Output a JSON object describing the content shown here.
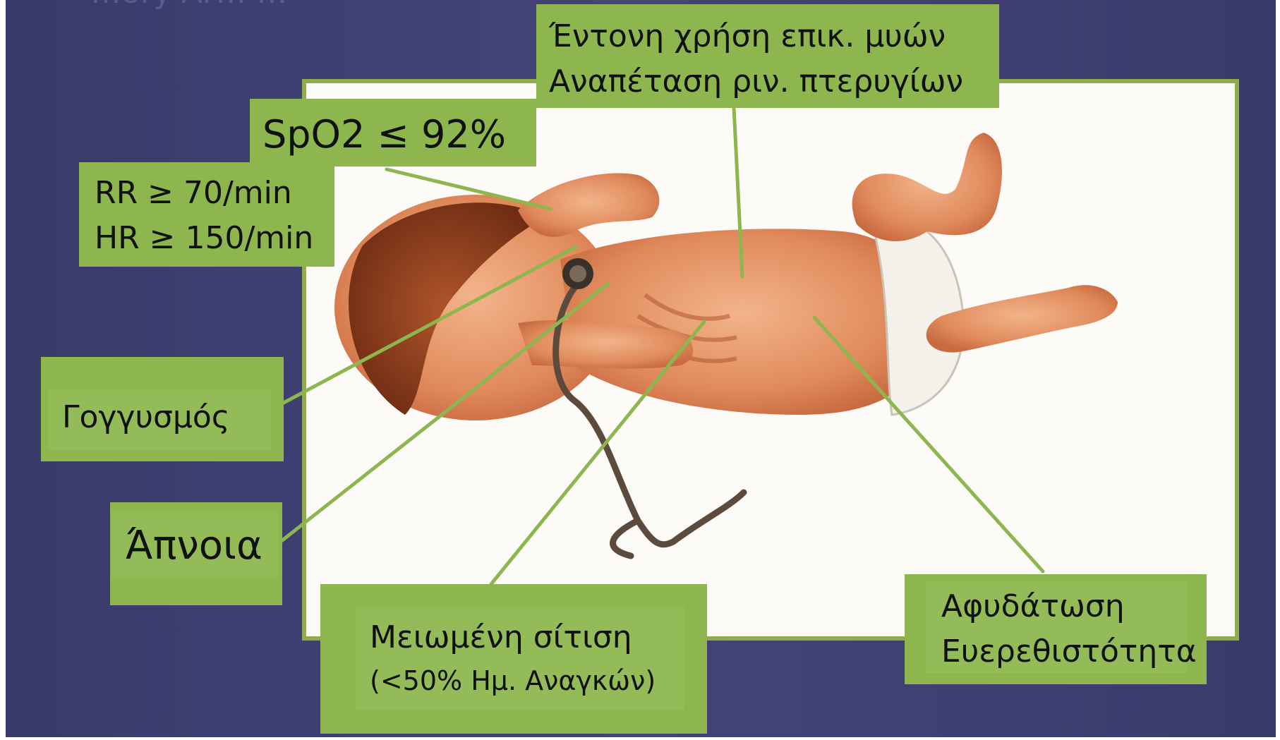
{
  "slide": {
    "title_fragment": "…ory Ar… …",
    "background": "#3d3d6e",
    "label_color": "#8db64e",
    "leader_color": "#8db64e"
  },
  "labels": {
    "muscles": {
      "line1": "Έντονη χρήση επικ. μυών",
      "line2": "Αναπέταση ριν. πτερυγίων"
    },
    "spo2": {
      "text": "SpO2 ≤ 92%"
    },
    "vitals": {
      "line1": "RR ≥ 70/min",
      "line2": "HR ≥ 150/min"
    },
    "grunting": {
      "text": "Γογγυσμός"
    },
    "apnea": {
      "text": "Άπνοια"
    },
    "feeding": {
      "line1": "Μειωμένη σίτιση",
      "line2": "(<50% Ημ. Αναγκών)"
    },
    "dehydration": {
      "line1": "Αφυδάτωση",
      "line2": "Ευερεθιστότητα"
    }
  },
  "illustration": {
    "subject": "infant-with-stethoscope"
  }
}
